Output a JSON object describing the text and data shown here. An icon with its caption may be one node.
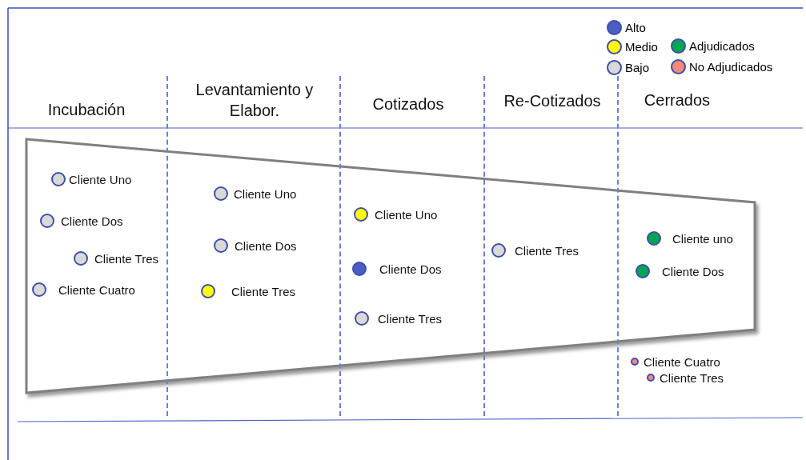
{
  "diagram": {
    "nodes": [
      {
        "text": [
          "Incubación"
        ]
      },
      {
        "text": [
          "Levantamiento y Elabor."
        ]
      },
      {
        "text": [
          "Cotizados"
        ]
      },
      {
        "text": [
          "Re-Cotizados"
        ]
      },
      {
        "text": [
          "Cerrados"
        ]
      },
      {
        "text": [
          "Cliente Uno"
        ],
        "in": 0
      },
      {
        "text": [
          "Cliente Dos"
        ],
        "in": 0
      },
      {
        "text": [
          "Cliente Tres"
        ],
        "in": 0
      },
      {
        "text": [
          "Cliente Cuatro"
        ],
        "in": 0
      },
      {
        "text": [
          "Cliente Uno"
        ],
        "in": 1
      },
      {
        "text": [
          "Cliente Dos"
        ],
        "in": 1
      },
      {
        "text": [
          "Cliente Tres"
        ],
        "in": 1
      },
      {
        "text": [
          "Cliente Uno"
        ],
        "in": 2
      },
      {
        "text": [
          "Cliente Dos"
        ],
        "in": 2
      },
      {
        "text": [
          "Cliente Tres"
        ],
        "in": 2
      },
      {
        "text": [
          "Cliente Tres"
        ],
        "in": 3
      },
      {
        "text": [
          "Cliente uno"
        ],
        "in": 4
      },
      {
        "text": [
          "Cliente Dos"
        ],
        "in": 4
      },
      {
        "text": [
          "Cliente Cuatro"
        ],
        "in": 4
      },
      {
        "text": [
          "Cliente Tres"
        ],
        "in": 4
      }
    ],
    "legend": [
      {
        "text": "Alto",
        "color": "#4a5fc1"
      },
      {
        "text": "Medio",
        "color": "#ffff00"
      },
      {
        "text": "Bajo",
        "color": "#d9d9d9"
      },
      {
        "text": "Adjudicados",
        "color": "#00a651"
      },
      {
        "text": "No Adjudicados",
        "color": "#f4897b"
      }
    ]
  }
}
